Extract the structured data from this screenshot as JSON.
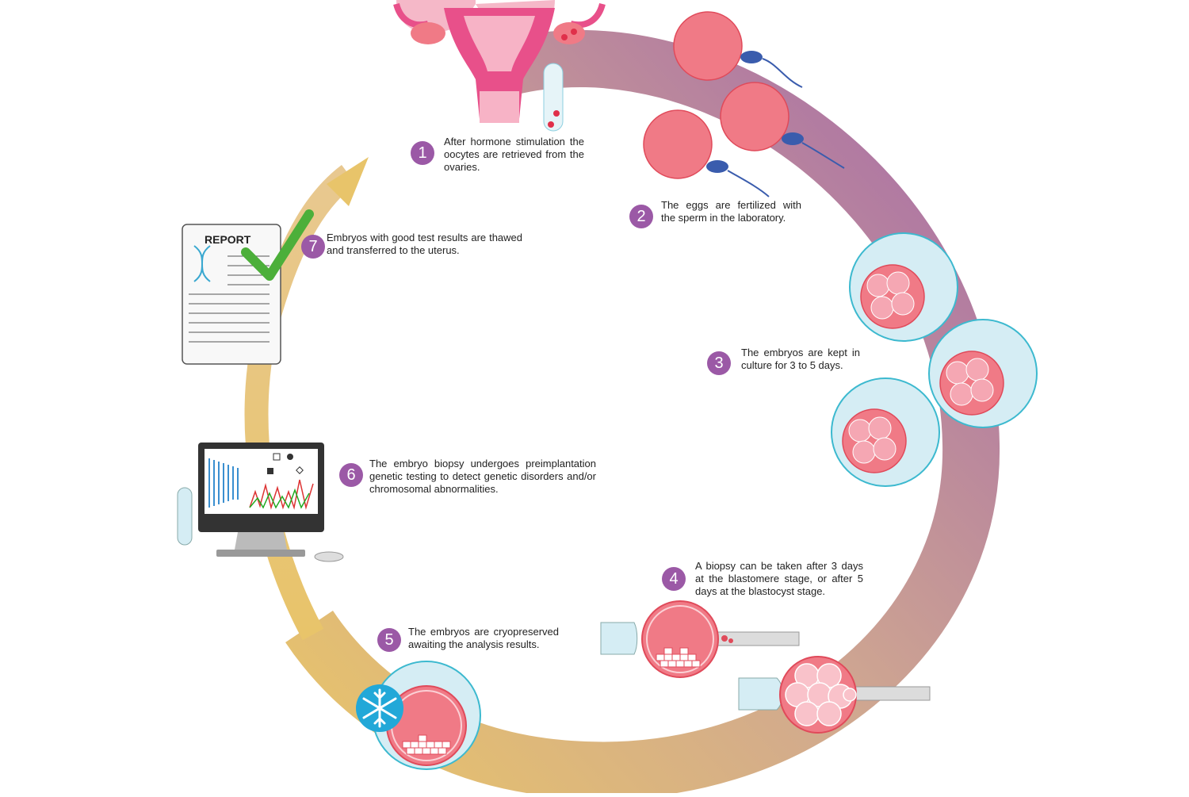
{
  "steps": [
    {
      "number": "1",
      "text": "After hormone stimulation the oocytes are retrieved from the ovaries."
    },
    {
      "number": "2",
      "text": "The eggs are fertilized with the sperm in the laboratory."
    },
    {
      "number": "3",
      "text": "The embryos are kept in culture for 3 to 5 days."
    },
    {
      "number": "4",
      "text": "A biopsy can be taken after 3 days at the blastomere stage, or after 5 days at the blastocyst stage."
    },
    {
      "number": "5",
      "text": "The embryos are cryopreserved awaiting the analysis results."
    },
    {
      "number": "6",
      "text": "The embryo biopsy undergoes preimplantation genetic testing to detect genetic disorders and/or chromosomal abnormalities."
    },
    {
      "number": "7",
      "text": "Embryos with good test results are thawed and transferred to the uterus."
    }
  ],
  "report": {
    "title": "REPORT"
  },
  "colors": {
    "cycle_start": "#e8c46a",
    "cycle_mid": "#c8a89a",
    "cycle_end": "#a66aa8",
    "step_badge": "#9b59a6",
    "egg": "#f07a86",
    "culture_dish": "#d5edf4",
    "culture_border": "#3cb9cf",
    "check": "#4caf3a"
  }
}
